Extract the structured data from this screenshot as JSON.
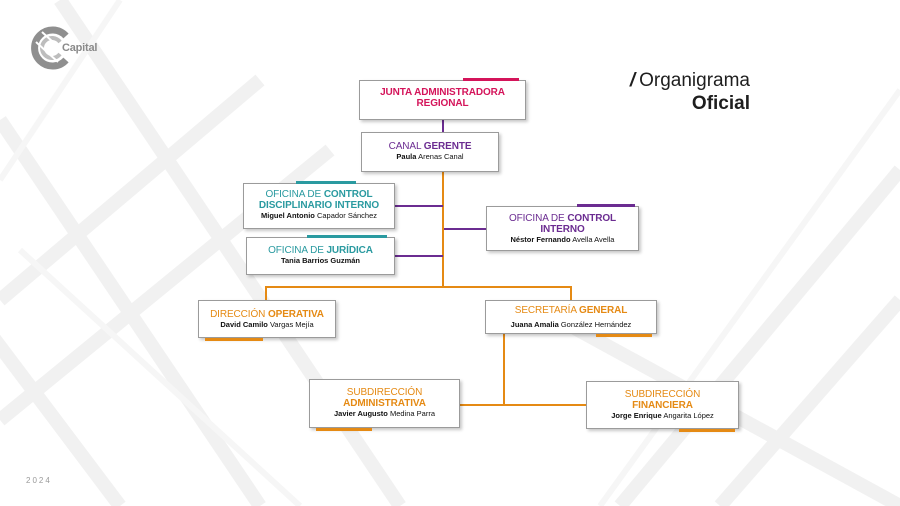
{
  "brand": {
    "logo_text": "Capital",
    "year": "2024"
  },
  "title": {
    "prefix": "/",
    "line1": "Organigrama",
    "line2": "Oficial"
  },
  "colors": {
    "pink": "#d4145a",
    "purple": "#6b2c91",
    "teal": "#2a9aa0",
    "orange": "#e58a14"
  },
  "nodes": {
    "junta": {
      "title": "JUNTA ADMINISTRADORA REGIONAL"
    },
    "gerente": {
      "title_light": "CANAL",
      "title_bold": "GERENTE",
      "name_bold": "Paula",
      "name_rest": "Arenas Canal"
    },
    "control_disciplinario": {
      "title_light": "OFICINA DE",
      "title_bold": "CONTROL DISCIPLINARIO INTERNO",
      "name_bold": "Miguel Antonio",
      "name_rest": "Capador Sánchez"
    },
    "juridica": {
      "title_light": "OFICINA DE",
      "title_bold": "JURÍDICA",
      "name_bold": "Tania Barrios Guzmán",
      "name_rest": ""
    },
    "control_interno": {
      "title_light": "OFICINA DE",
      "title_bold": "CONTROL INTERNO",
      "name_bold": "Néstor Fernando",
      "name_rest": "Avella Avella"
    },
    "operativa": {
      "title_light": "DIRECCIÓN",
      "title_bold": "OPERATIVA",
      "name_bold": "David Camilo",
      "name_rest": "Vargas Mejía"
    },
    "secretaria": {
      "title_light": "SECRETARÍA",
      "title_bold": "GENERAL",
      "name_bold": "Juana Amalia",
      "name_rest": "González Hernández"
    },
    "sub_administrativa": {
      "title_light": "SUBDIRECCIÓN",
      "title_bold": "ADMINISTRATIVA",
      "name_bold": "Javier Augusto",
      "name_rest": "Medina Parra"
    },
    "sub_financiera": {
      "title_light": "SUBDIRECCIÓN",
      "title_bold": "FINANCIERA",
      "name_bold": "Jorge Enrique",
      "name_rest": "Angarita López"
    }
  }
}
